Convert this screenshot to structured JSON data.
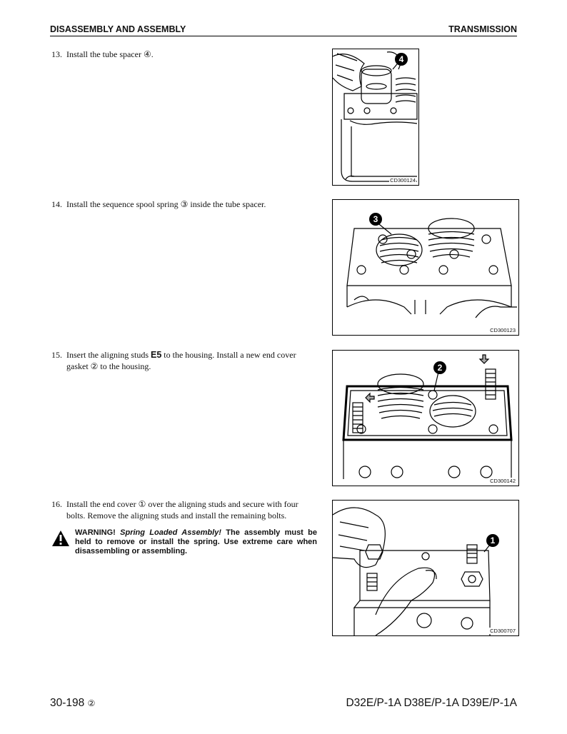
{
  "header": {
    "left": "DISASSEMBLY AND ASSEMBLY",
    "right": "TRANSMISSION"
  },
  "steps": [
    {
      "num": "13.",
      "text": "Install the tube spacer ④."
    },
    {
      "num": "14.",
      "text": "Install the sequence spool spring ③ inside the tube spacer."
    },
    {
      "num": "15.",
      "text_a": "Insert the aligning studs",
      "tool": "E5",
      "text_b": "to the housing. Install a new end cover gasket ② to the housing."
    },
    {
      "num": "16.",
      "text": "Install the end cover ① over the aligning studs and secure with four bolts. Remove the aligning studs and install the remaining bolts."
    }
  ],
  "warning": {
    "label": "WARNING!",
    "title": "Spring Loaded Assembly!",
    "text": "The assembly must be held to remove or install the spring. Use extreme care when disassembling or assembling.",
    "icon": "warning-triangle-icon"
  },
  "figures": [
    {
      "code": "CD300124",
      "callout": "4"
    },
    {
      "code": "CD300123",
      "callout": "3"
    },
    {
      "code": "CD300142",
      "callout": "2"
    },
    {
      "code": "CD300707",
      "callout": "1"
    }
  ],
  "footer": {
    "page": "30-198",
    "rev": "②",
    "models": "D32E/P-1A D38E/P-1A D39E/P-1A"
  }
}
